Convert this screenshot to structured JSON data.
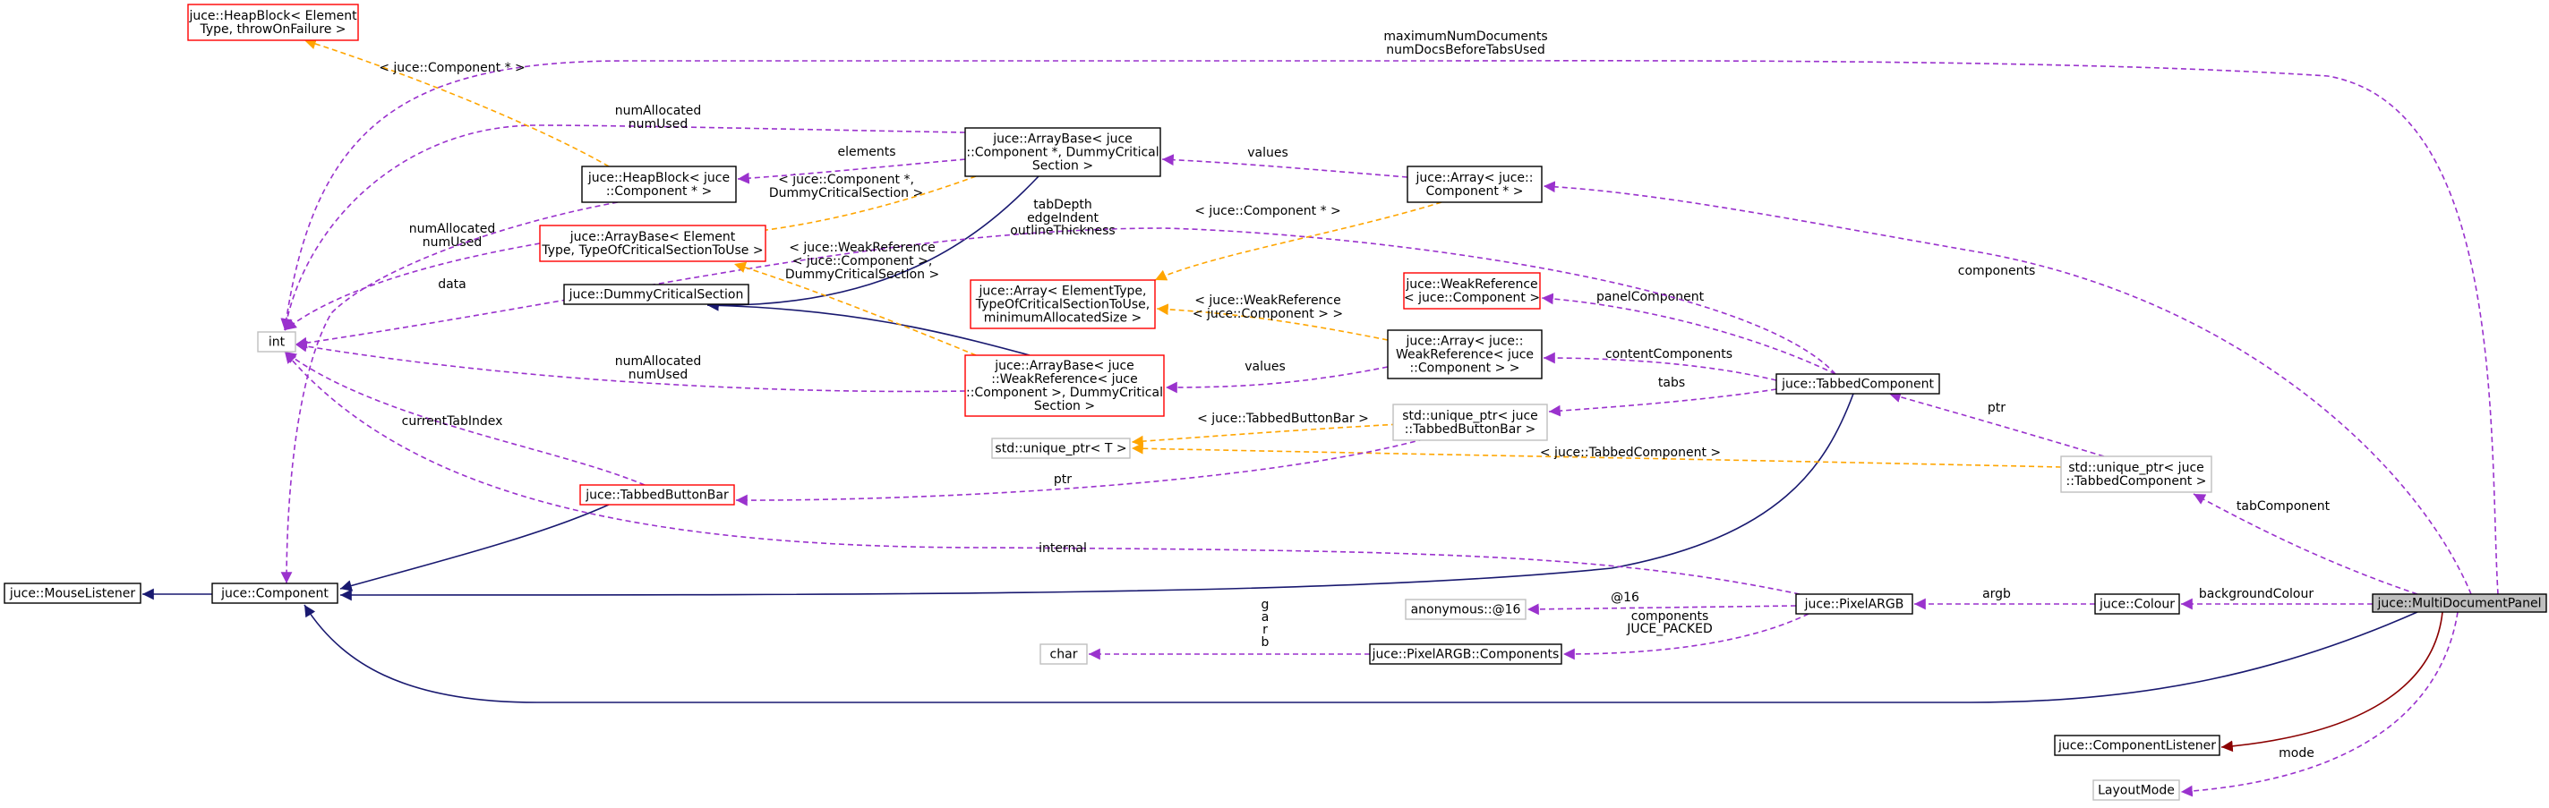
{
  "nodes": [
    {
      "id": "MultiDocumentPanel",
      "lines": [
        "juce::MultiDocumentPanel"
      ],
      "style": "focus"
    },
    {
      "id": "Component",
      "lines": [
        "juce::Component"
      ],
      "style": "class"
    },
    {
      "id": "MouseListener",
      "lines": [
        "juce::MouseListener"
      ],
      "style": "class"
    },
    {
      "id": "ComponentListener",
      "lines": [
        "juce::ComponentListener"
      ],
      "style": "class"
    },
    {
      "id": "LayoutMode",
      "lines": [
        "LayoutMode"
      ],
      "style": "external"
    },
    {
      "id": "Colour",
      "lines": [
        "juce::Colour"
      ],
      "style": "class"
    },
    {
      "id": "PixelARGB",
      "lines": [
        "juce::PixelARGB"
      ],
      "style": "class"
    },
    {
      "id": "anonymous16",
      "lines": [
        "anonymous::@16"
      ],
      "style": "external"
    },
    {
      "id": "PixelComponents",
      "lines": [
        "juce::PixelARGB::Components"
      ],
      "style": "class"
    },
    {
      "id": "char",
      "lines": [
        "char"
      ],
      "style": "external"
    },
    {
      "id": "uptrTabbedComponent",
      "lines": [
        "std::unique_ptr< juce",
        "::TabbedComponent >"
      ],
      "style": "external"
    },
    {
      "id": "TabbedComponent",
      "lines": [
        "juce::TabbedComponent"
      ],
      "style": "class"
    },
    {
      "id": "uptrTabbedButtonBar",
      "lines": [
        "std::unique_ptr< juce",
        "::TabbedButtonBar >"
      ],
      "style": "external"
    },
    {
      "id": "uptrT",
      "lines": [
        "std::unique_ptr< T >"
      ],
      "style": "external"
    },
    {
      "id": "TabbedButtonBar",
      "lines": [
        "juce::TabbedButtonBar"
      ],
      "style": "template"
    },
    {
      "id": "ArrayWeakRef",
      "lines": [
        "juce::Array< juce::",
        "WeakReference< juce",
        "::Component > >"
      ],
      "style": "class"
    },
    {
      "id": "WeakReference",
      "lines": [
        "juce::WeakReference",
        "< juce::Component >"
      ],
      "style": "template"
    },
    {
      "id": "ArrayTemplate",
      "lines": [
        "juce::Array< ElementType,",
        "TypeOfCriticalSectionToUse,",
        "minimumAllocatedSize >"
      ],
      "style": "template"
    },
    {
      "id": "ArrayComponentPtr",
      "lines": [
        "juce::Array< juce::",
        "Component * >"
      ],
      "style": "class"
    },
    {
      "id": "ArrayBaseComponentPtr",
      "lines": [
        "juce::ArrayBase< juce",
        "::Component *, DummyCritical",
        "Section >"
      ],
      "style": "class"
    },
    {
      "id": "ArrayBaseWeakRef",
      "lines": [
        "juce::ArrayBase< juce",
        "::WeakReference< juce",
        "::Component >, DummyCritical",
        "Section >"
      ],
      "style": "template"
    },
    {
      "id": "DummyCriticalSection",
      "lines": [
        "juce::DummyCriticalSection"
      ],
      "style": "class"
    },
    {
      "id": "ArrayBaseTemplate",
      "lines": [
        "juce::ArrayBase< Element",
        "Type, TypeOfCriticalSectionToUse >"
      ],
      "style": "template"
    },
    {
      "id": "HeapBlockComponentPtr",
      "lines": [
        "juce::HeapBlock< juce",
        "::Component * >"
      ],
      "style": "class"
    },
    {
      "id": "HeapBlockTemplate",
      "lines": [
        "juce::HeapBlock< Element",
        "Type, throwOnFailure >"
      ],
      "style": "template"
    },
    {
      "id": "int",
      "lines": [
        "int"
      ],
      "style": "external"
    }
  ],
  "edges": [
    {
      "id": "e-mdp-component",
      "kind": "inherit",
      "labels": []
    },
    {
      "id": "e-mdp-listener",
      "kind": "inherit-private",
      "labels": []
    },
    {
      "id": "e-component-mouselistener",
      "kind": "inherit",
      "labels": []
    },
    {
      "id": "e-tabbedcomponent-component",
      "kind": "inherit",
      "labels": []
    },
    {
      "id": "e-tabbedbuttonbar-component",
      "kind": "inherit",
      "labels": []
    },
    {
      "id": "e-abcp-dummy",
      "kind": "inherit",
      "labels": []
    },
    {
      "id": "e-abwr-dummy",
      "kind": "inherit",
      "labels": []
    },
    {
      "id": "e-mdp-layoutmode",
      "kind": "usage",
      "labels": [
        "mode"
      ]
    },
    {
      "id": "e-mdp-colour",
      "kind": "usage",
      "labels": [
        "backgroundColour"
      ]
    },
    {
      "id": "e-mdp-uptrtc",
      "kind": "usage",
      "labels": [
        "tabComponent"
      ]
    },
    {
      "id": "e-mdp-arraycp",
      "kind": "usage",
      "labels": [
        "components"
      ]
    },
    {
      "id": "e-mdp-int",
      "kind": "usage",
      "labels": [
        "maximumNumDocuments",
        "numDocsBeforeTabsUsed"
      ]
    },
    {
      "id": "e-colour-pixelargb",
      "kind": "usage",
      "labels": [
        "argb"
      ]
    },
    {
      "id": "e-pixelargb-anon",
      "kind": "usage",
      "labels": [
        "@16"
      ]
    },
    {
      "id": "e-pixelargb-pc",
      "kind": "usage",
      "labels": [
        "components",
        "JUCE_PACKED"
      ]
    },
    {
      "id": "e-pixelargb-int",
      "kind": "usage",
      "labels": [
        "internal"
      ]
    },
    {
      "id": "e-pc-char",
      "kind": "usage",
      "labels": [
        "g",
        "a",
        "r",
        "b"
      ]
    },
    {
      "id": "e-uptrtc-tc",
      "kind": "usage",
      "labels": [
        "ptr"
      ]
    },
    {
      "id": "e-uptrtc-uptrt",
      "kind": "template",
      "labels": [
        "< juce::TabbedComponent >"
      ]
    },
    {
      "id": "e-tc-uptrtbb",
      "kind": "usage",
      "labels": [
        "tabs"
      ]
    },
    {
      "id": "e-tc-arraywr",
      "kind": "usage",
      "labels": [
        "contentComponents"
      ]
    },
    {
      "id": "e-tc-weakref",
      "kind": "usage",
      "labels": [
        "panelComponent"
      ]
    },
    {
      "id": "e-tc-int",
      "kind": "usage",
      "labels": [
        "tabDepth",
        "edgeIndent",
        "outlineThickness"
      ]
    },
    {
      "id": "e-uptrtbb-uptrt",
      "kind": "template",
      "labels": [
        "< juce::TabbedButtonBar >"
      ]
    },
    {
      "id": "e-uptrtbb-tbb",
      "kind": "usage",
      "labels": [
        "ptr"
      ]
    },
    {
      "id": "e-tbb-int",
      "kind": "usage",
      "labels": [
        "currentTabIndex"
      ]
    },
    {
      "id": "e-arraywr-arraytpl",
      "kind": "template",
      "labels": [
        "< juce::WeakReference",
        "< juce::Component > >"
      ]
    },
    {
      "id": "e-arraywr-abwr",
      "kind": "usage",
      "labels": [
        "values"
      ]
    },
    {
      "id": "e-arraycp-arraytpl",
      "kind": "template",
      "labels": [
        "< juce::Component * >"
      ]
    },
    {
      "id": "e-arraycp-abcp",
      "kind": "usage",
      "labels": [
        "values"
      ]
    },
    {
      "id": "e-abwr-int",
      "kind": "usage",
      "labels": [
        "numAllocated",
        "numUsed"
      ]
    },
    {
      "id": "e-abwr-abtpl",
      "kind": "template",
      "labels": [
        "< juce::WeakReference",
        "< juce::Component >,",
        "DummyCriticalSection >"
      ]
    },
    {
      "id": "e-abcp-abtpl",
      "kind": "template",
      "labels": [
        "< juce::Component *,",
        "DummyCriticalSection >"
      ]
    },
    {
      "id": "e-abcp-hbcp",
      "kind": "usage",
      "labels": [
        "elements"
      ]
    },
    {
      "id": "e-abcp-int",
      "kind": "usage",
      "labels": [
        "numAllocated",
        "numUsed"
      ]
    },
    {
      "id": "e-abtpl-int",
      "kind": "usage",
      "labels": [
        "numAllocated",
        "numUsed"
      ]
    },
    {
      "id": "e-hbcp-hbtpl",
      "kind": "template",
      "labels": [
        "< juce::Component * >"
      ]
    },
    {
      "id": "e-hbcp-component",
      "kind": "usage",
      "labels": [
        "data"
      ]
    }
  ],
  "colors": {
    "inherit": "#191970",
    "inherit-private": "#8b0000",
    "usage": "#9a32cd",
    "template": "#ffa500",
    "node-class": "#000000",
    "node-template": "#ff0000",
    "node-external": "#bfbfbf",
    "focus-fill": "#bfbfbf"
  }
}
